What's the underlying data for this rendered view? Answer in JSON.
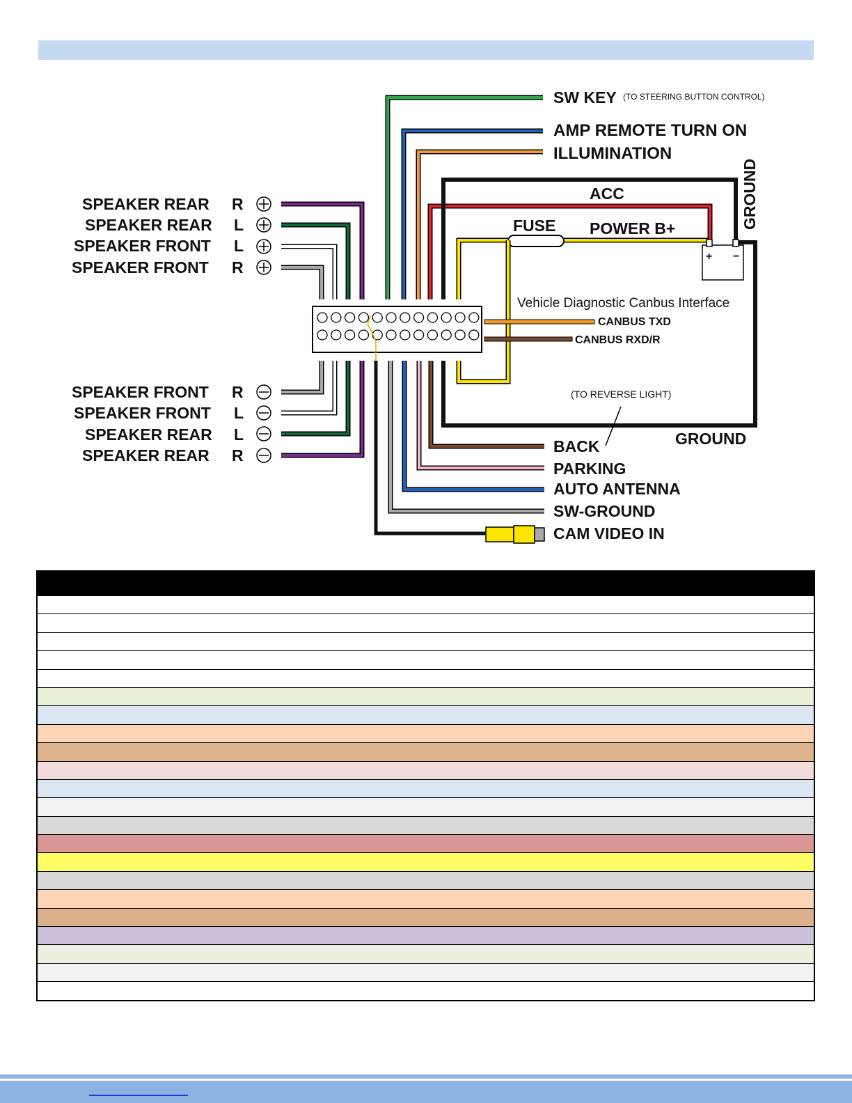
{
  "diagram": {
    "left_labels_top": [
      {
        "name": "SPEAKER REAR",
        "side": "R",
        "polarity": "+"
      },
      {
        "name": "SPEAKER REAR",
        "side": "L",
        "polarity": "+"
      },
      {
        "name": "SPEAKER FRONT",
        "side": "L",
        "polarity": "+"
      },
      {
        "name": "SPEAKER FRONT",
        "side": "R",
        "polarity": "+"
      }
    ],
    "left_labels_bottom": [
      {
        "name": "SPEAKER FRONT",
        "side": "R",
        "polarity": "−"
      },
      {
        "name": "SPEAKER FRONT",
        "side": "L",
        "polarity": "−"
      },
      {
        "name": "SPEAKER REAR",
        "side": "L",
        "polarity": "−"
      },
      {
        "name": "SPEAKER REAR",
        "side": "R",
        "polarity": "−"
      }
    ],
    "top_right": {
      "sw_key": "SW KEY",
      "sw_key_note": "(TO STEERING BUTTON CONTROL)",
      "amp": "AMP REMOTE TURN ON",
      "illumination": "ILLUMINATION",
      "acc": "ACC",
      "fuse": "FUSE",
      "power": "POWER B+",
      "ground_vertical": "GROUND",
      "battery_plus": "+",
      "battery_minus": "−"
    },
    "canbus": {
      "title": "Vehicle Diagnostic Canbus Interface",
      "txd": "CANBUS TXD",
      "rxd": "CANBUS RXD/R"
    },
    "bottom_right": {
      "reverse_note": "(TO REVERSE LIGHT)",
      "back": "BACK",
      "ground": "GROUND",
      "parking": "PARKING",
      "antenna": "AUTO ANTENNA",
      "sw_ground": "SW-GROUND",
      "cam": "CAM VIDEO IN"
    },
    "colors": {
      "purple": "#7b2a8e",
      "dark_green": "#0b6a3a",
      "white_wire": "#ffffff",
      "gray": "#a9a9a9",
      "green": "#2fa84a",
      "blue": "#1f5fb8",
      "orange": "#f39a2c",
      "black": "#111111",
      "red": "#e3212b",
      "yellow": "#ffe400",
      "brown": "#7a4a2b",
      "pink": "#f6b5cf",
      "header_band": "#c5d9f1"
    }
  },
  "table": {
    "row_colors": [
      "#ffffff",
      "#ffffff",
      "#ffffff",
      "#ffffff",
      "#ffffff",
      "#e8f0d8",
      "#dce6f2",
      "#fbd5b5",
      "#dfb48c",
      "#f2dcdb",
      "#dce6f2",
      "#f2f2f2",
      "#d9d9d9",
      "#da9694",
      "#ffff66",
      "#d8d8d8",
      "#fbd5b5",
      "#dcb08a",
      "#ccc0da",
      "#ebf1de",
      "#f2f2f2",
      "#ffffff"
    ]
  }
}
